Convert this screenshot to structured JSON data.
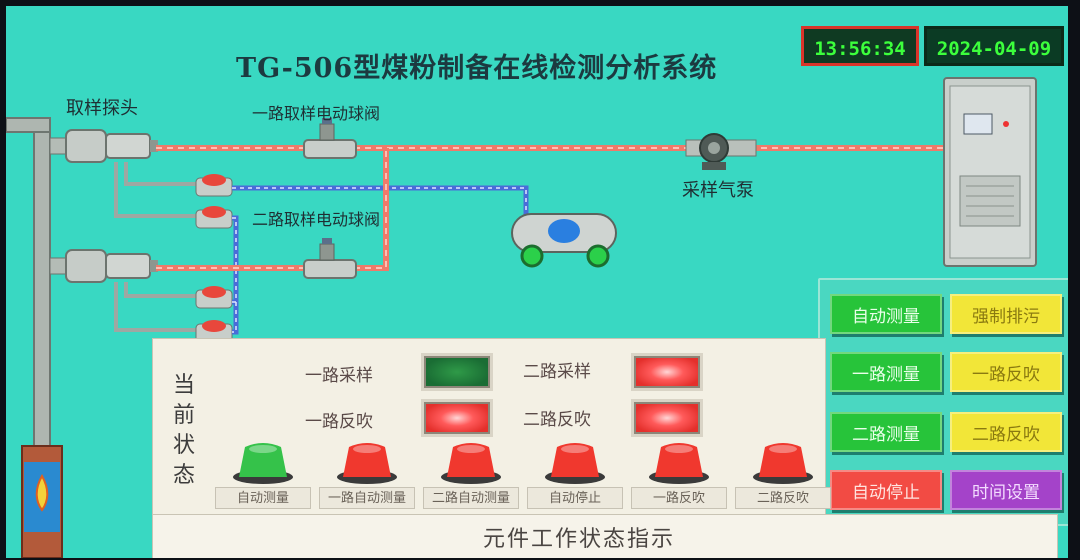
{
  "header": {
    "title": "TG-506型煤粉制备在线检测分析系统",
    "time": "13:56:34",
    "date": "2024-04-09"
  },
  "diagram": {
    "probe_label": "取样探头",
    "valve1_label": "一路取样电动球阀",
    "valve2_label": "二路取样电动球阀",
    "pump_label": "采样气泵"
  },
  "controls": [
    {
      "id": "auto-measure",
      "label": "自动测量",
      "color": "green"
    },
    {
      "id": "force-drain",
      "label": "强制排污",
      "color": "yellow"
    },
    {
      "id": "line1-measure",
      "label": "一路测量",
      "color": "green"
    },
    {
      "id": "line1-blowback",
      "label": "一路反吹",
      "color": "yellow"
    },
    {
      "id": "line2-measure",
      "label": "二路测量",
      "color": "green"
    },
    {
      "id": "line2-blowback",
      "label": "二路反吹",
      "color": "yellow"
    },
    {
      "id": "auto-stop",
      "label": "自动停止",
      "color": "red"
    },
    {
      "id": "time-setting",
      "label": "时间设置",
      "color": "purple"
    }
  ],
  "status": {
    "heading": "当前状态",
    "indicators": [
      {
        "label": "一路采样",
        "state": "green"
      },
      {
        "label": "二路采样",
        "state": "red"
      },
      {
        "label": "一路反吹",
        "state": "red"
      },
      {
        "label": "二路反吹",
        "state": "red"
      }
    ],
    "lamps": [
      {
        "label": "自动测量",
        "state": "green"
      },
      {
        "label": "一路自动测量",
        "state": "red"
      },
      {
        "label": "二路自动测量",
        "state": "red"
      },
      {
        "label": "自动停止",
        "state": "red"
      },
      {
        "label": "一路反吹",
        "state": "red"
      },
      {
        "label": "二路反吹",
        "state": "red"
      }
    ]
  },
  "footer": {
    "title": "元件工作状态指示"
  },
  "colors": {
    "background": "#39d8c2",
    "pipe_red": "#f07a6a",
    "pipe_blue": "#4a6cd8",
    "lamp_green": "#35c24a",
    "lamp_red": "#f0382e"
  }
}
